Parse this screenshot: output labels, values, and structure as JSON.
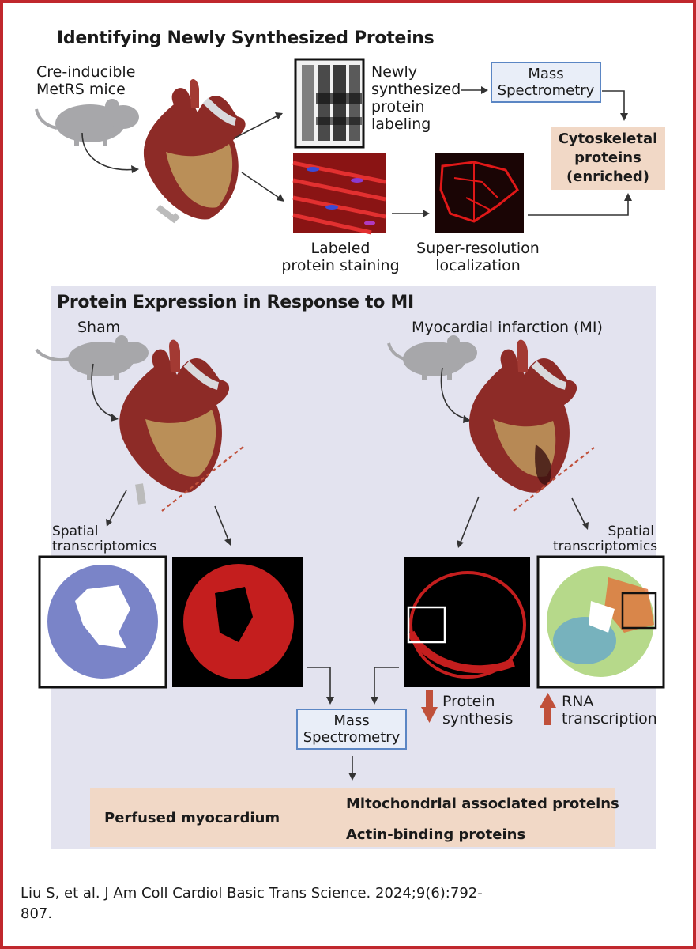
{
  "section1": {
    "title": "Identifying Newly Synthesized Proteins",
    "mouse_label": "Cre-inducible\nMetRS mice",
    "gel_label": "Newly\nsynthesized\nprotein\nlabeling",
    "mass_spec": "Mass\nSpectrometry",
    "result": "Cytoskeletal\nproteins\n(enriched)",
    "staining_label": "Labeled\nprotein staining",
    "superres_label": "Super-resolution\nlocalization"
  },
  "section2": {
    "title": "Protein Expression in Response to MI",
    "sham_label": "Sham",
    "mi_label": "Myocardial infarction (MI)",
    "spatial_left": "Spatial\ntranscriptomics",
    "spatial_right": "Spatial\ntranscriptomics",
    "protein_synthesis": "Protein\nsynthesis",
    "rna_transcription": "RNA\ntranscription",
    "mass_spec": "Mass\nSpectrometry",
    "perfused": "Perfused myocardium",
    "mito": "Mitochondrial associated proteins",
    "actin": "Actin-binding proteins"
  },
  "citation": "Liu S, et al. J Am Coll Cardiol Basic Trans Science. 2024;9(6):792-\n807.",
  "colors": {
    "frame": "#c0282d",
    "panel": "#e3e3ef",
    "peach": "#f1d8c6",
    "ms_border": "#5b86c4",
    "red_arrow": "#c0503a"
  },
  "icons": [
    "mouse-icon",
    "heart-illustration",
    "gel-image",
    "microscopy-image",
    "spot-map",
    "red-down-arrow",
    "red-up-arrow"
  ]
}
